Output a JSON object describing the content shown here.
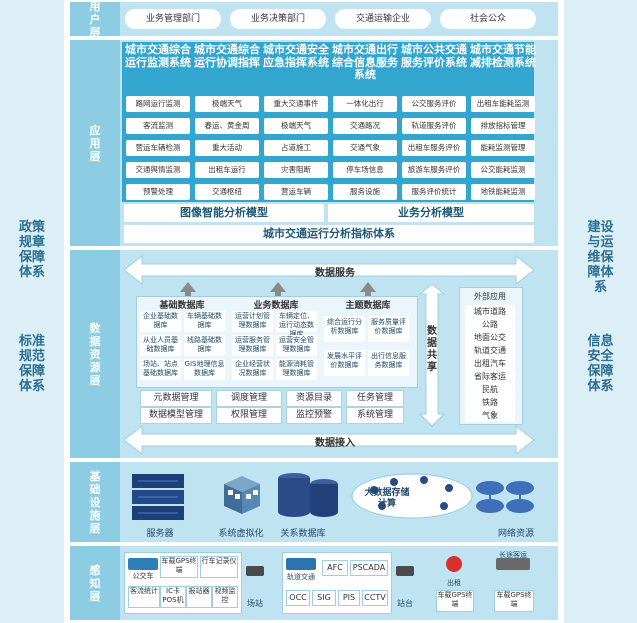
{
  "left_guarantees": [
    "政策规章保障体系",
    "标准规范保障体系"
  ],
  "right_guarantees": [
    "建设与运维保障体系",
    "信息安全保障体系"
  ],
  "layers": {
    "user": "用户层",
    "application": "应用层",
    "data_resource": "数据资源层",
    "infrastructure": "基础设施层",
    "perception": "感知层"
  },
  "user_groups": [
    "业务管理部门",
    "业务决策部门",
    "交通运输企业",
    "社会公众"
  ],
  "systems": [
    {
      "title": "城市交通综合运行监测系统",
      "items": [
        "路网运行监测",
        "客流监测",
        "营运车辆检测",
        "交通舆情监测",
        "预警处理"
      ]
    },
    {
      "title": "城市交通综合运行协调指挥",
      "items": [
        "极端天气",
        "春运、黄金周",
        "重大活动",
        "出租车运行",
        "交通枢纽"
      ]
    },
    {
      "title": "城市交通安全应急指挥系统",
      "items": [
        "重大交通事件",
        "极端天气",
        "占道施工",
        "灾害阻断",
        "营运车辆"
      ]
    },
    {
      "title": "城市交通出行综合信息服务系统",
      "items": [
        "一体化出行",
        "交通路况",
        "交通气象",
        "停车场信息",
        "服务设施"
      ]
    },
    {
      "title": "城市公共交通服务评价系统",
      "items": [
        "公交服务评价",
        "轨道服务评价",
        "出租车服务评价",
        "旅游车服务评价",
        "服务评价统计"
      ]
    },
    {
      "title": "城市交通节能减排检测系统",
      "items": [
        "出租车能耗监测",
        "排放指标管理",
        "能耗监测管理",
        "公交能耗监测",
        "地铁能耗监测"
      ]
    }
  ],
  "models": {
    "image": "图像智能分析模型",
    "business": "业务分析模型",
    "index": "城市交通运行分析指标体系"
  },
  "data_service": "数据服务",
  "data_access": "数据接入",
  "data_sharing": "数据共享",
  "databases": [
    {
      "title": "基础数据库",
      "items": [
        "企业基础数据库",
        "车辆基础数据库",
        "从业人员基础数据库",
        "线路基础数据库",
        "场站、站点基础数据库",
        "GIS地理信息数据库"
      ]
    },
    {
      "title": "业务数据库",
      "items": [
        "运营计划管理数据库",
        "车辆定位、运行动态数据库",
        "运营服务管理数据库",
        "运营安全管理数据库",
        "企业经营状况数据库",
        "能源消耗管理数据库"
      ]
    },
    {
      "title": "主题数据库",
      "items": [
        "综合运行分析数据库",
        "服务质量评价数据库",
        "发展水平评价数据库",
        "出行信息服务数据库"
      ]
    }
  ],
  "management": [
    "元数据管理",
    "调度管理",
    "资源目录",
    "任务管理",
    "数据模型管理",
    "权限管理",
    "监控预警",
    "系统管理"
  ],
  "external": {
    "title": "外部应用",
    "items": [
      "城市道路",
      "公路",
      "地面公交",
      "轨道交通",
      "出租汽车",
      "省际客运",
      "民航",
      "铁路",
      "气象"
    ]
  },
  "infrastructure_items": [
    "服务器",
    "系统虚拟化",
    "关系数据库",
    "大数据存储计算",
    "网络资源"
  ],
  "perception": {
    "bus": [
      "公交车",
      "车载GPS终端",
      "行车记录仪",
      "客流统计",
      "IC卡POS机",
      "报站器",
      "视频监控"
    ],
    "station": "场站",
    "rail_header": "轨道交通",
    "rail": [
      "AFC",
      "PSCADA",
      "OCC",
      "SIG",
      "PIS",
      "CCTV"
    ],
    "platform": "站台",
    "taxi": "出租",
    "taxi_terminal": "车载GPS终端",
    "coach": "长途客运",
    "coach_terminal": "车载GPS终端"
  },
  "colors": {
    "band": "#bfe3f0",
    "label": "#8ccde3",
    "system_header": "#33a6cf",
    "side": "#dceff6"
  }
}
